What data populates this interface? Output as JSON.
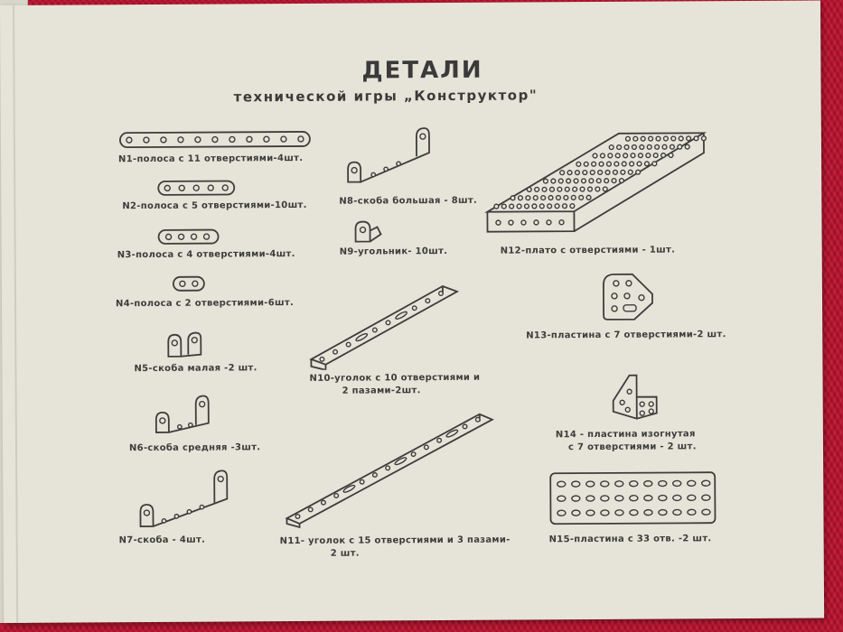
{
  "title": "ДЕТАЛИ",
  "subtitle": "технической игры „Конструктор\"",
  "parts": [
    {
      "label": "N1-полоса с 11 отверстиями-4шт."
    },
    {
      "label": "N2-полоса с 5 отверстиями-10шт."
    },
    {
      "label": "N3-полоса с 4 отверстиями-4шт."
    },
    {
      "label": "N4-полоса с 2 отверстиями-6шт."
    },
    {
      "label": "N5-скоба малая -2 шт."
    },
    {
      "label": "N6-скоба средняя -3шт."
    },
    {
      "label": "N7-скоба - 4шт."
    },
    {
      "label": "N8-скоба большая - 8шт."
    },
    {
      "label": "N9-угольник- 10шт."
    },
    {
      "label": "N10-уголок с 10 отверстиями и"
    },
    {
      "label": "2 пазами-2шт."
    },
    {
      "label": "N11- уголок с 15 отверстиями   и 3 пазами-"
    },
    {
      "label": "2 шт."
    },
    {
      "label": "N12-плато с отверстиями - 1шт."
    },
    {
      "label": "N13-пластина с 7 отверстиями-2 шт."
    },
    {
      "label": "N14 - пластина изогнутая"
    },
    {
      "label": "с 7 отверстиями - 2 шт."
    },
    {
      "label": "N15-пластина с 33 отв. -2 шт."
    }
  ]
}
